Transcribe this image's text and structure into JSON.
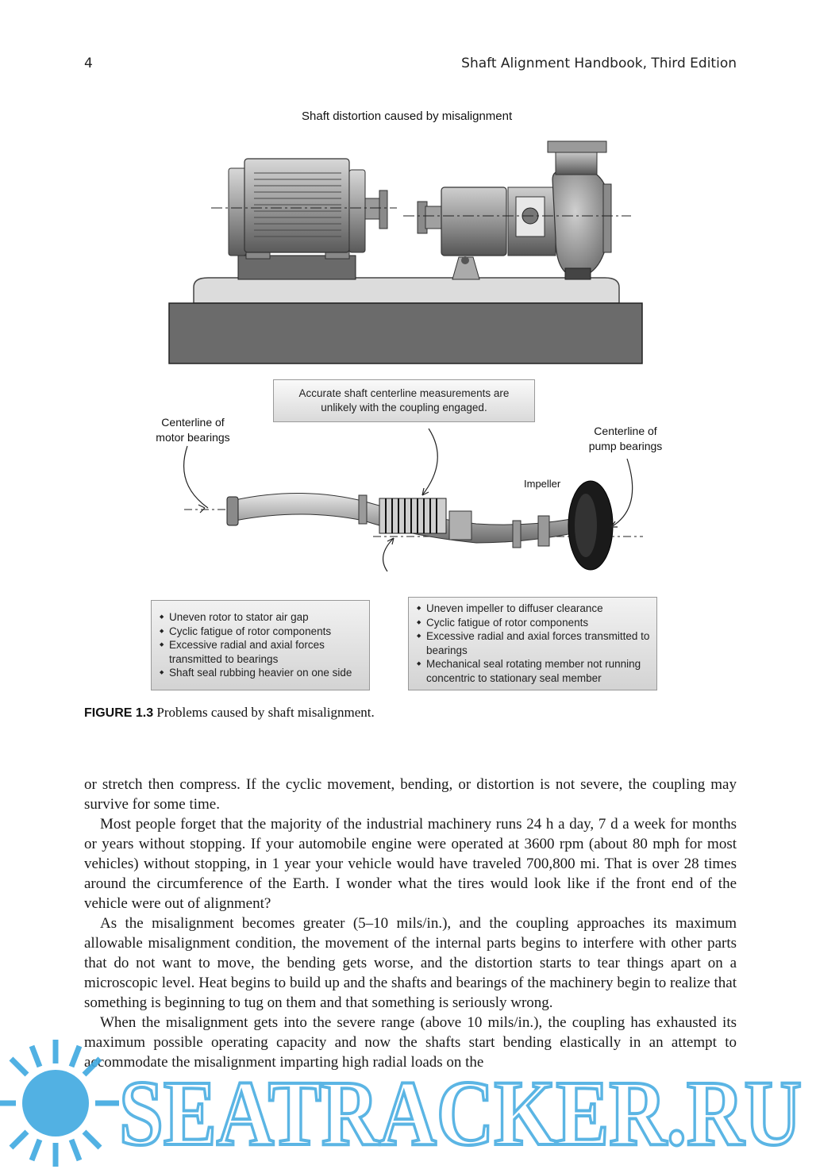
{
  "header": {
    "page_number": "4",
    "book_title": "Shaft Alignment Handbook, Third Edition"
  },
  "figure": {
    "top_title": "Shaft distortion caused by misalignment",
    "accurate_note_line1": "Accurate shaft centerline measurements are",
    "accurate_note_line2": "unlikely with the coupling engaged.",
    "motor_label_line1": "Centerline of",
    "motor_label_line2": "motor bearings",
    "pump_label_line1": "Centerline of",
    "pump_label_line2": "pump bearings",
    "impeller_label": "Impeller",
    "motor_problems": [
      "Uneven rotor to stator air gap",
      "Cyclic fatigue of rotor components",
      "Excessive radial and axial forces transmitted to bearings",
      "Shaft seal rubbing heavier on one side"
    ],
    "pump_problems": [
      "Uneven impeller to diffuser clearance",
      "Cyclic fatigue of rotor components",
      "Excessive radial and axial forces transmitted to bearings",
      "Mechanical seal rotating member not running concentric to stationary seal member"
    ]
  },
  "caption": {
    "label": "FIGURE 1.3",
    "text": "Problems caused by shaft misalignment."
  },
  "body": {
    "paragraphs": [
      "or stretch then compress. If the cyclic movement, bending, or distortion is not severe, the coupling may survive for some time.",
      "Most people forget that the majority of the industrial machinery runs 24 h a day, 7 d a week for months or years without stopping. If your automobile engine were operated at 3600 rpm (about 80 mph for most vehicles) without stopping, in 1 year your vehicle would have traveled 700,800 mi. That is over 28 times around the circumference of the Earth. I wonder what the tires would look like if the front end of the vehicle were out of alignment?",
      "As the misalignment becomes greater (5–10 mils/in.), and the coupling approaches its maximum allowable misalignment condition, the movement of the internal parts begins to interfere with other parts that do not want to move, the bending gets worse, and the distortion starts to tear things apart on a microscopic level. Heat begins to build up and the shafts and bearings of the machinery begin to realize that something is beginning to tug on them and that something is seriously wrong.",
      "When the misalignment gets into the severe range (above 10 mils/in.), the coupling has exhausted its maximum possible operating capacity and now the shafts start bending elastically in an attempt to accommodate the misalignment imparting high radial loads on the"
    ]
  },
  "watermark": {
    "text": "SEATRACKER.RU",
    "color": "#3fa9e0"
  }
}
